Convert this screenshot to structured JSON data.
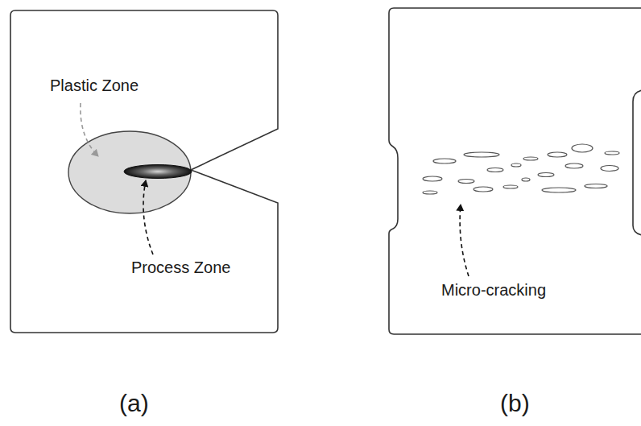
{
  "diagram": {
    "labels": [
      "Plastic Zone",
      "Process Zone",
      "Micro-cracking",
      "(a)",
      "(b)"
    ]
  }
}
